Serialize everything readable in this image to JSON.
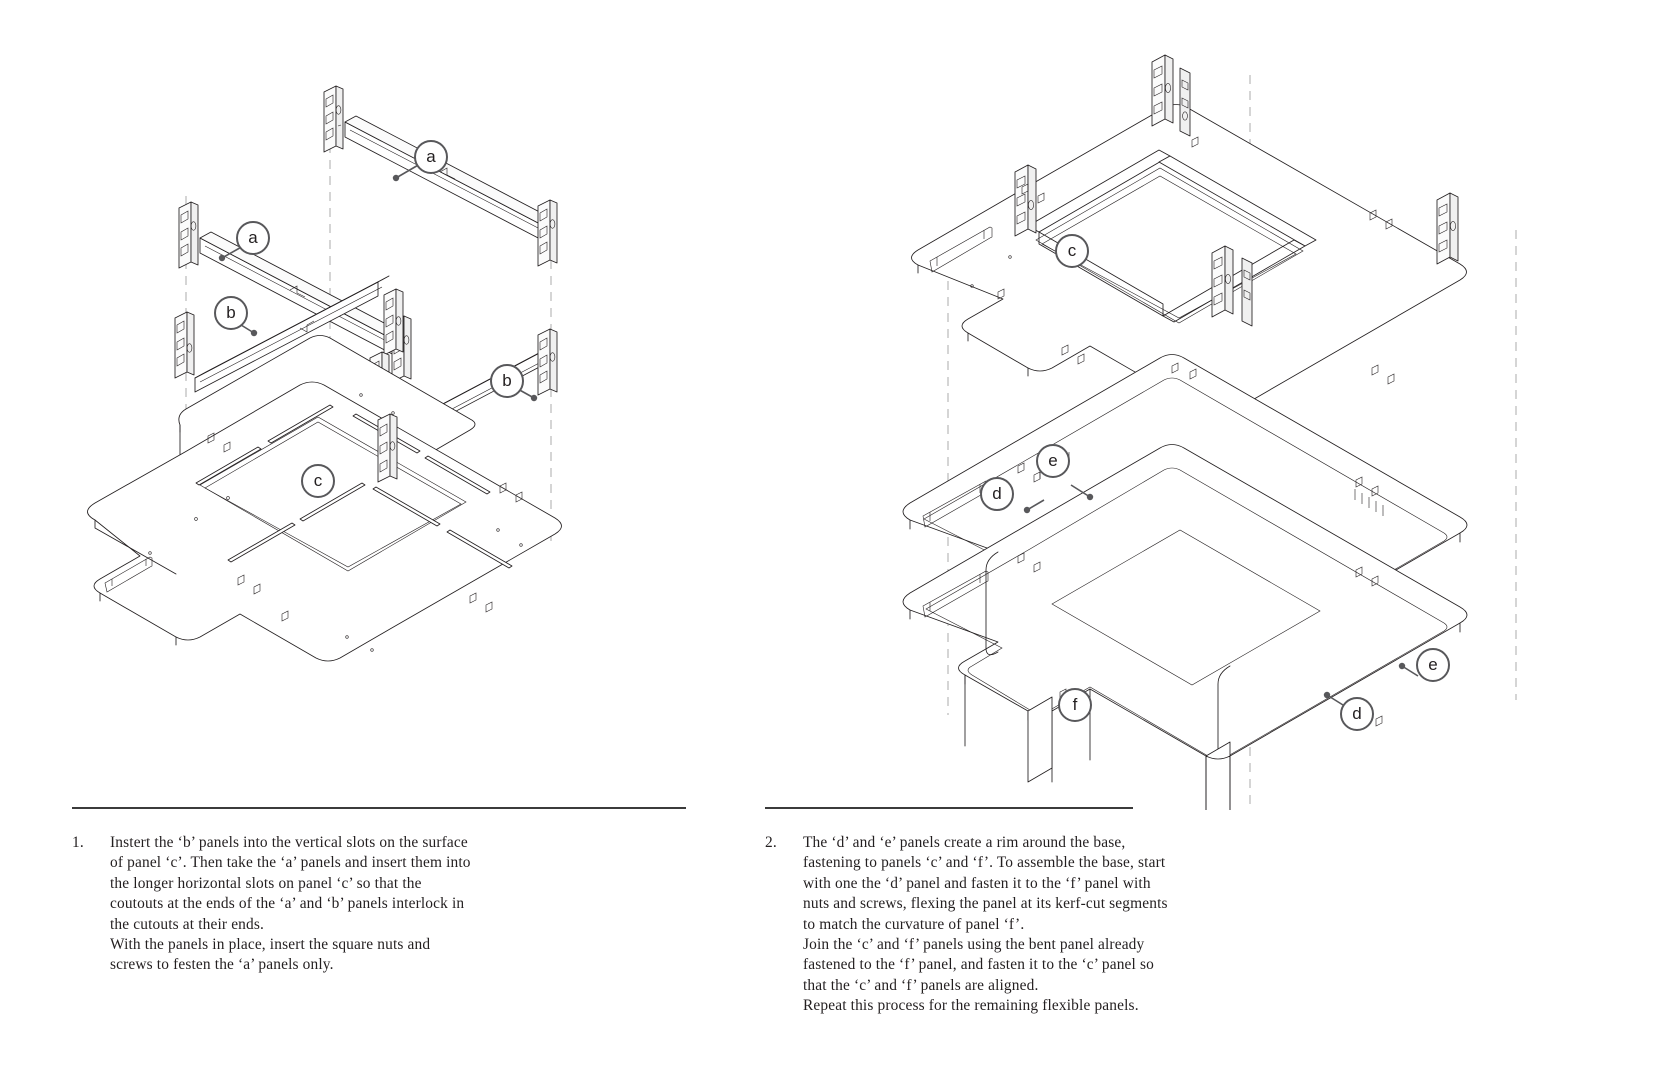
{
  "document": {
    "type": "assembly-instructions",
    "figure_count": 2
  },
  "steps": [
    {
      "number": "1.",
      "text": "Instert the ‘b’ panels into the vertical slots on the surface of panel ‘c’. Then take the ‘a’ panels and insert them into the longer horizontal slots on panel ‘c’ so that the coutouts at the ends of the ‘a’ and ‘b’ panels interlock in the cutouts at their ends.",
      "text2": "With the panels in place, insert the square nuts and screws to festen the ‘a’ panels only."
    },
    {
      "number": "2.",
      "text": "The ‘d’ and ‘e’ panels create a rim around the base, fastening to panels ‘c’ and ‘f’. To assemble the base, start with one the ‘d’ panel and fasten it to the ‘f’ panel with nuts and screws, flexing the panel at its kerf-cut segments to match the curvature of panel ‘f’.",
      "text2": "Join the ‘c’ and ‘f’ panels using the bent panel already fastened to the ‘f’ panel, and fasten it to the ‘c’ panel so that the ‘c’ and ‘f’ panels are aligned.",
      "text3": "Repeat this process for the remaining flexible panels."
    }
  ],
  "figure_left": {
    "name": "exploded-view-step-1",
    "callouts": [
      {
        "id": "a-top",
        "label": "a"
      },
      {
        "id": "a-middle",
        "label": "a"
      },
      {
        "id": "b-left",
        "label": "b"
      },
      {
        "id": "b-right",
        "label": "b"
      },
      {
        "id": "c-base",
        "label": "c"
      }
    ]
  },
  "figure_right": {
    "name": "exploded-view-step-2",
    "callouts": [
      {
        "id": "c-upper",
        "label": "c"
      },
      {
        "id": "e-upper",
        "label": "e"
      },
      {
        "id": "d-upper",
        "label": "d"
      },
      {
        "id": "e-lower",
        "label": "e"
      },
      {
        "id": "d-lower",
        "label": "d"
      },
      {
        "id": "f-base",
        "label": "f"
      }
    ]
  },
  "colors": {
    "line": "#231f20",
    "callout_stroke": "#58585b",
    "rule": "#3b3b3b",
    "dashed_axis": "#b9b9b9",
    "background": "#ffffff"
  }
}
